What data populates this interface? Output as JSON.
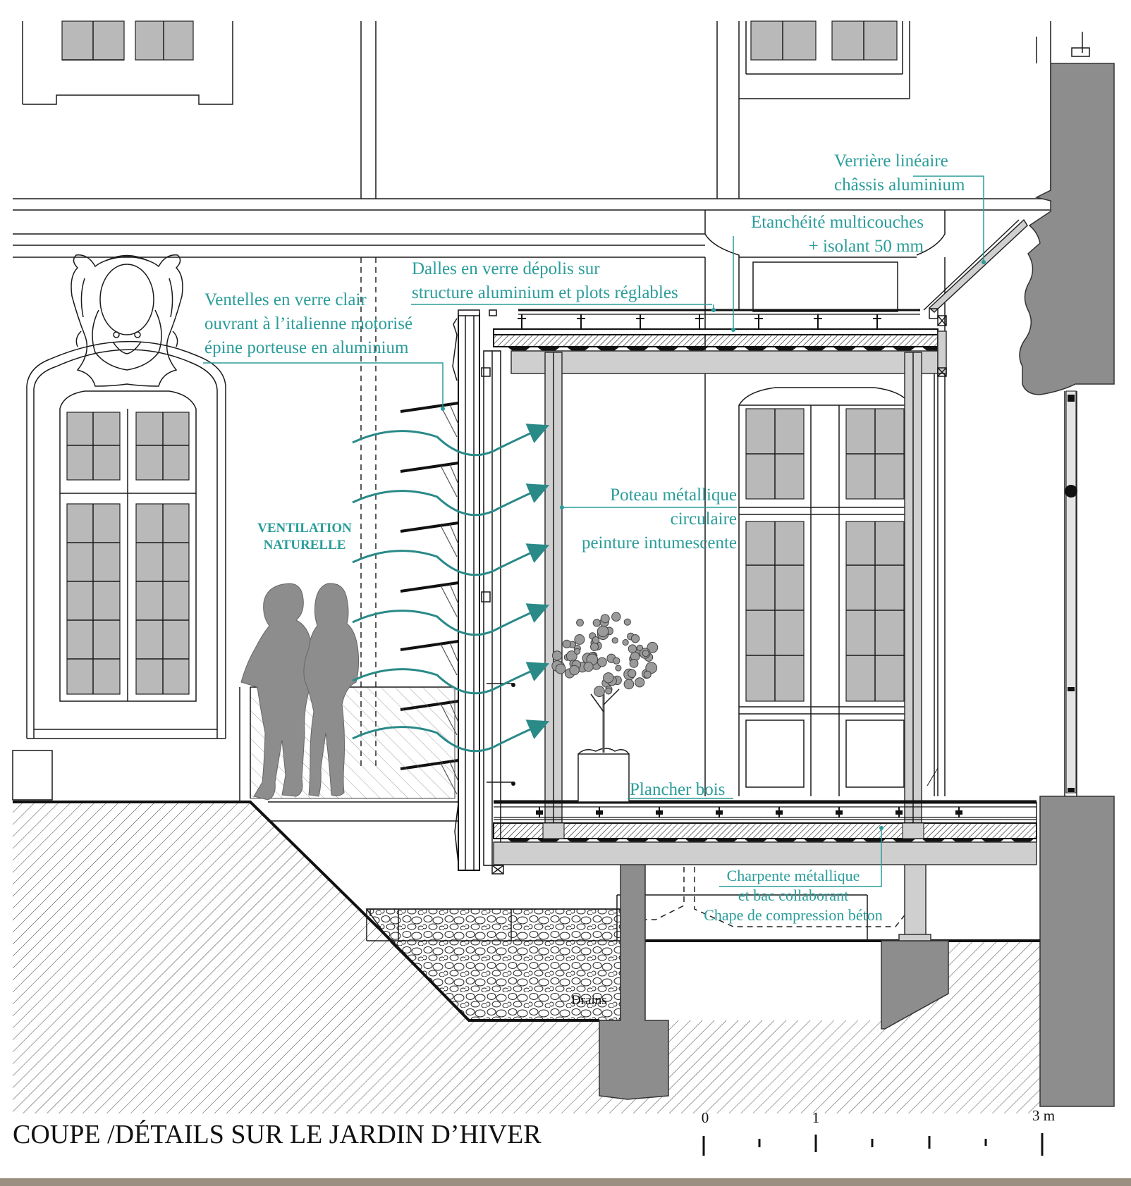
{
  "colors": {
    "annotation": "#2a9d9a",
    "silhouette": "#8d8d8d",
    "glass_pane": "#b9b9b9"
  },
  "labels": {
    "verriere_1": "Verrière linéaire",
    "verriere_2": "châssis aluminium",
    "etancheite_1": "Etanchéité multicouches",
    "etancheite_2": "+ isolant 50 mm",
    "dalles_1": "Dalles en verre dépolis sur",
    "dalles_2": "structure aluminium et plots réglables",
    "ventelles_1": "Ventelles en verre clair",
    "ventelles_2": "ouvrant à l’italienne motorisé",
    "ventelles_3": "épine porteuse en aluminium",
    "ventilation_1": "VENTILATION",
    "ventilation_2": "NATURELLE",
    "poteau_1": "Poteau métallique",
    "poteau_2": "circulaire",
    "poteau_3": "peinture intumescente",
    "plancher": "Plancher bois",
    "charpente_1": "Charpente métallique",
    "charpente_2": "et bac collaborant",
    "chape": "Chape de compression béton",
    "drains": "Drains"
  },
  "title": "COUPE /DÉTAILS  SUR LE JARDIN D’HIVER",
  "scale": {
    "tick_0": "0",
    "tick_1": "1",
    "tick_3": "3 m"
  }
}
